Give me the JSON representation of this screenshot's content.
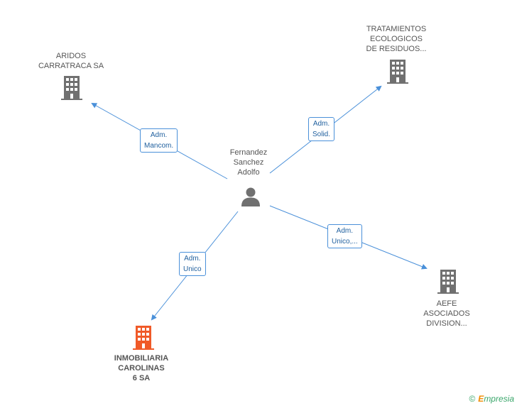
{
  "center": {
    "label": "Fernandez\nSanchez\nAdolfo",
    "icon": "person-icon"
  },
  "companies": {
    "aridos": {
      "label": "ARIDOS\nCARRATRACA SA",
      "icon": "building-icon"
    },
    "tratamientos": {
      "label": "TRATAMIENTOS\nECOLOGICOS\nDE RESIDUOS...",
      "icon": "building-icon"
    },
    "aefe": {
      "label": "AEFE\nASOCIADOS\nDIVISION...",
      "icon": "building-icon"
    },
    "inmobiliaria": {
      "label": "INMOBILIARIA\nCAROLINAS\n6 SA",
      "icon": "building-icon",
      "highlight_color": "#f05a28"
    }
  },
  "relations": {
    "aridos": "Adm.\nMancom.",
    "tratamientos": "Adm.\nSolid.",
    "aefe": "Adm.\nUnico,...",
    "inmobiliaria": "Adm.\nUnico"
  },
  "colors": {
    "edge": "#4a90d9",
    "icon_gray": "#707070",
    "highlight": "#f05a28"
  },
  "brand": {
    "copyright": "©",
    "initial": "E",
    "name": "mpresia"
  }
}
